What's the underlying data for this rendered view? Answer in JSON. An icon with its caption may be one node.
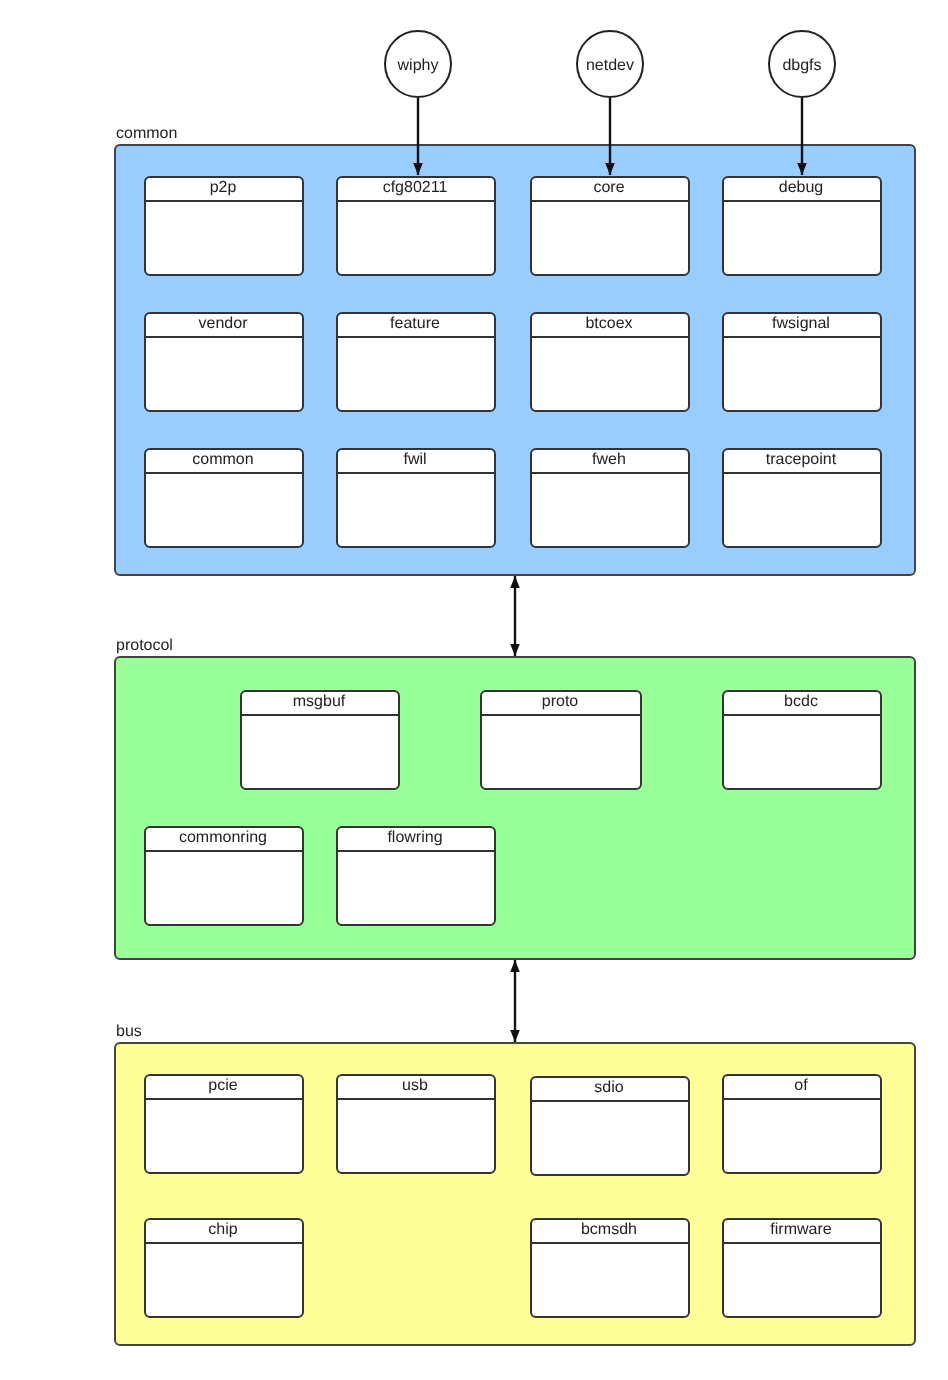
{
  "diagram": {
    "nodes": [
      {
        "text": [
          "wiphy"
        ]
      },
      {
        "text": [
          "netdev"
        ]
      },
      {
        "text": [
          "dbgfs"
        ]
      },
      {
        "text": [
          "common"
        ]
      },
      {
        "text": [
          "p2p"
        ],
        "in": 3
      },
      {
        "text": [
          "cfg80211"
        ],
        "in": 3
      },
      {
        "text": [
          "core"
        ],
        "in": 3
      },
      {
        "text": [
          "debug"
        ],
        "in": 3
      },
      {
        "text": [
          "vendor"
        ],
        "in": 3
      },
      {
        "text": [
          "feature"
        ],
        "in": 3
      },
      {
        "text": [
          "btcoex"
        ],
        "in": 3
      },
      {
        "text": [
          "fwsignal"
        ],
        "in": 3
      },
      {
        "text": [
          "common"
        ],
        "in": 3
      },
      {
        "text": [
          "fwil"
        ],
        "in": 3
      },
      {
        "text": [
          "fweh"
        ],
        "in": 3
      },
      {
        "text": [
          "tracepoint"
        ],
        "in": 3
      },
      {
        "text": [
          "protocol"
        ]
      },
      {
        "text": [
          "msgbuf"
        ],
        "in": 16
      },
      {
        "text": [
          "proto"
        ],
        "in": 16
      },
      {
        "text": [
          "bcdc"
        ],
        "in": 16
      },
      {
        "text": [
          "commonring"
        ],
        "in": 16
      },
      {
        "text": [
          "flowring"
        ],
        "in": 16
      },
      {
        "text": [
          "bus"
        ]
      },
      {
        "text": [
          "pcie"
        ],
        "in": 22
      },
      {
        "text": [
          "usb"
        ],
        "in": 22
      },
      {
        "text": [
          "sdio"
        ],
        "in": 22
      },
      {
        "text": [
          "of"
        ],
        "in": 22
      },
      {
        "text": [
          "chip"
        ],
        "in": 22
      },
      {
        "text": [
          "bcmsdh"
        ],
        "in": 22
      },
      {
        "text": [
          "firmware"
        ],
        "in": 22
      }
    ],
    "edges": [
      {
        "from": 0,
        "to": 5,
        "arrow": "to"
      },
      {
        "from": 1,
        "to": 6,
        "arrow": "to"
      },
      {
        "from": 2,
        "to": 7,
        "arrow": "to"
      },
      {
        "from": 3,
        "to": 16,
        "arrow": "both"
      },
      {
        "from": 16,
        "to": 22,
        "arrow": "both"
      }
    ]
  }
}
